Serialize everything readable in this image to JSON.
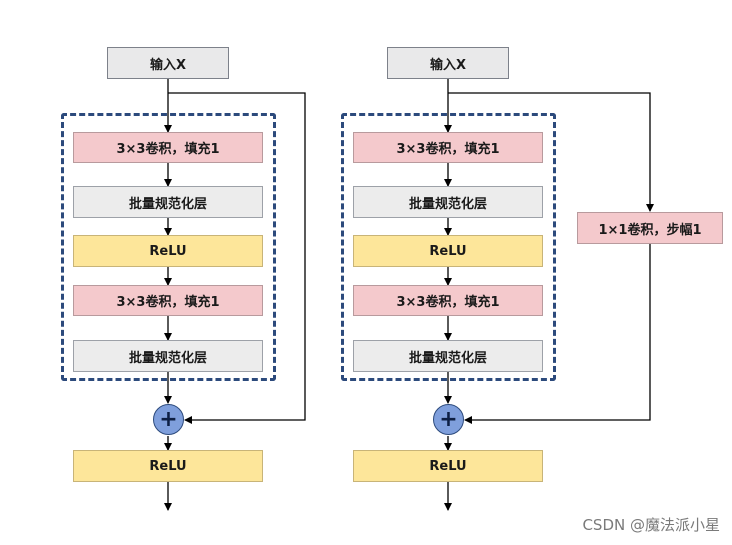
{
  "left_block": {
    "input": "输入X",
    "conv1": "3×3卷积，填充1",
    "bn1": "批量规范化层",
    "relu_inner": "ReLU",
    "conv2": "3×3卷积，填充1",
    "bn2": "批量规范化层",
    "add": "+",
    "relu_out": "ReLU"
  },
  "right_block": {
    "input": "输入X",
    "conv1": "3×3卷积，填充1",
    "bn1": "批量规范化层",
    "relu_inner": "ReLU",
    "conv2": "3×3卷积，填充1",
    "bn2": "批量规范化层",
    "shortcut_conv": "1×1卷积，步幅1",
    "add": "+",
    "relu_out": "ReLU"
  },
  "watermark": "CSDN @魔法派小星",
  "colors": {
    "input": "#e9e9ea",
    "conv": "#f4c9cc",
    "batchnorm": "#ececec",
    "relu": "#fde69a",
    "add_circle": "#7f9fdc",
    "dashed_border": "#2c4a7c"
  }
}
